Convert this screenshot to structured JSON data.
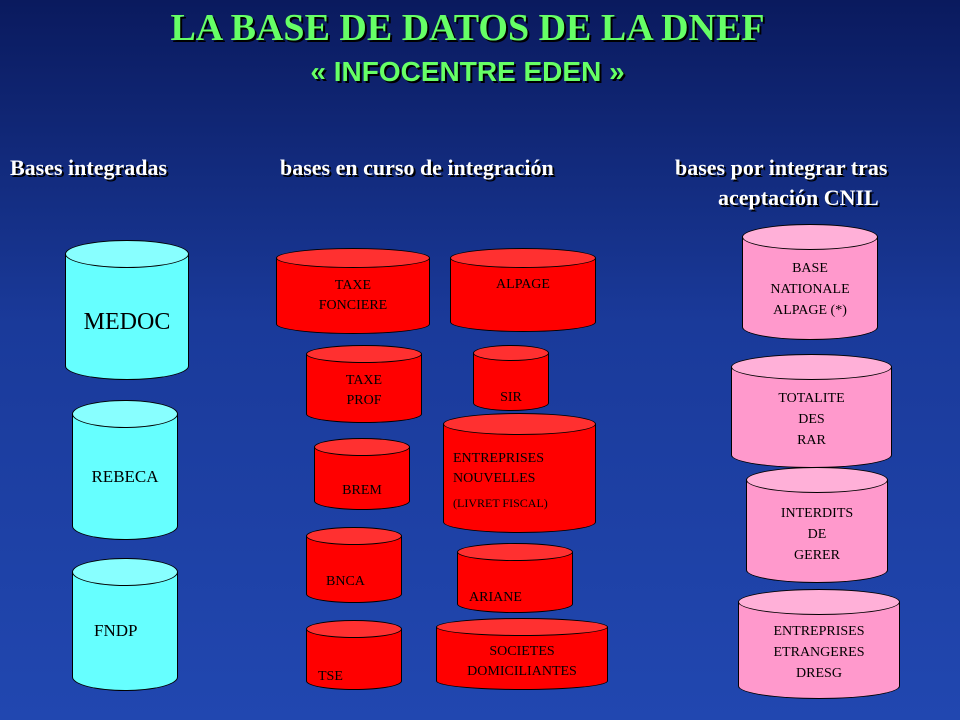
{
  "title": "LA BASE DE DATOS DE LA DNEF",
  "subtitle": "« INFOCENTRE EDEN »",
  "columns": {
    "integrated": "Bases integradas",
    "in_progress": "bases en curso de integración",
    "pending_line1": "bases por integrar tras",
    "pending_line2": "aceptación CNIL"
  },
  "integrated_bases": [
    "MEDOC",
    "REBECA",
    "FNDP"
  ],
  "in_progress_bases": {
    "taxe_fonciere": "TAXE\nFONCIERE",
    "alpage": "ALPAGE",
    "taxe_prof": "TAXE\nPROF",
    "sir": "SIR",
    "brem": "BREM",
    "entreprises_nouvelles": "ENTREPRISES\nNOUVELLES",
    "livret_fiscal": "(LIVRET FISCAL)",
    "bnca": "BNCA",
    "ariane": "ARIANE",
    "tse": "TSE",
    "societes_domiciliantes": "SOCIETES\nDOMICILIANTES"
  },
  "pending_bases": [
    "BASE\nNATIONALE\nALPAGE (*)",
    "TOTALITE\nDES\nRAR",
    "INTERDITS\nDE\nGERER",
    "ENTREPRISES\nETRANGERES\nDRESG"
  ],
  "colors": {
    "background": "#1a3a9a",
    "title": "#66ff66",
    "integrated": "#66ffff",
    "in_progress": "#ff0000",
    "pending": "#ff99cc"
  }
}
